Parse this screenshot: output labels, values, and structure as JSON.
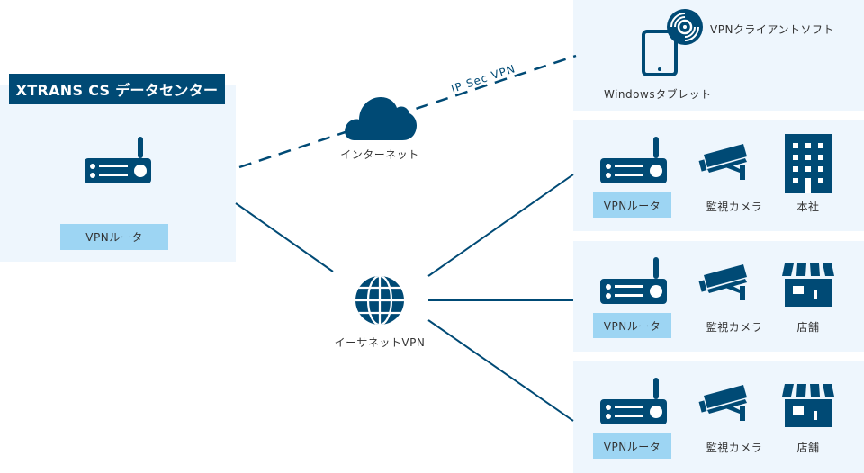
{
  "colors": {
    "primary": "#004a75",
    "panel_bg": "#eef6fd",
    "badge_bg": "#9dd5f3",
    "text": "#333333"
  },
  "datacenter": {
    "title": "XTRANS CS データセンター",
    "device_icon": "router-icon",
    "device_label": "VPNルータ"
  },
  "internet": {
    "icon": "cloud-icon",
    "label": "インターネット",
    "link_label": "IP Sec VPN",
    "link_style": "dashed"
  },
  "ethernet": {
    "icon": "globe-icon",
    "label": "イーサネットVPN",
    "link_style": "solid"
  },
  "remote_client": {
    "tablet_icon": "tablet-icon",
    "tablet_label": "Windowsタブレット",
    "software_icon": "disc-icon",
    "software_label": "VPNクライアントソフト"
  },
  "sites": [
    {
      "router_label": "VPNルータ",
      "camera_label": "監視カメラ",
      "site_icon": "office-building-icon",
      "site_label": "本社"
    },
    {
      "router_label": "VPNルータ",
      "camera_label": "監視カメラ",
      "site_icon": "store-icon",
      "site_label": "店舗"
    },
    {
      "router_label": "VPNルータ",
      "camera_label": "監視カメラ",
      "site_icon": "store-icon",
      "site_label": "店舗"
    }
  ]
}
